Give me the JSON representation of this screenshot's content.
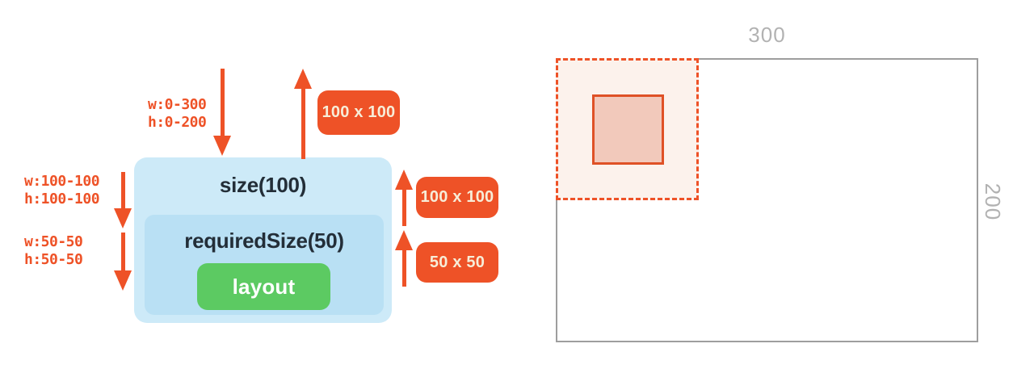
{
  "diagram": {
    "incoming_constraints": {
      "line1": "w:0-300",
      "line2": "h:0-200"
    },
    "size_constraints": {
      "line1": "w:100-100",
      "line2": "h:100-100"
    },
    "required_constraints": {
      "line1": "w:50-50",
      "line2": "h:50-50"
    },
    "measured_badge_root": "100 x 100",
    "measured_badge_size": "100 x 100",
    "measured_badge_required": "50 x 50",
    "size_modifier_label": "size(100)",
    "required_size_modifier_label": "requiredSize(50)",
    "layout_label": "layout"
  },
  "figure": {
    "width_label": "300",
    "height_label": "200"
  },
  "colors": {
    "orange": "#EE5227",
    "badge_text": "#F7EDD8",
    "box_outer_blue": "#CDEAF8",
    "box_inner_blue": "#B9E0F4",
    "green": "#5CCA62",
    "dark_text": "#232E38",
    "gray_border": "#9E9E9E",
    "gray_label": "#B2B2B2",
    "dashed_region_fill": "#FCF2EC",
    "content_fill": "#F2C9BB",
    "content_border": "#DF5126"
  }
}
